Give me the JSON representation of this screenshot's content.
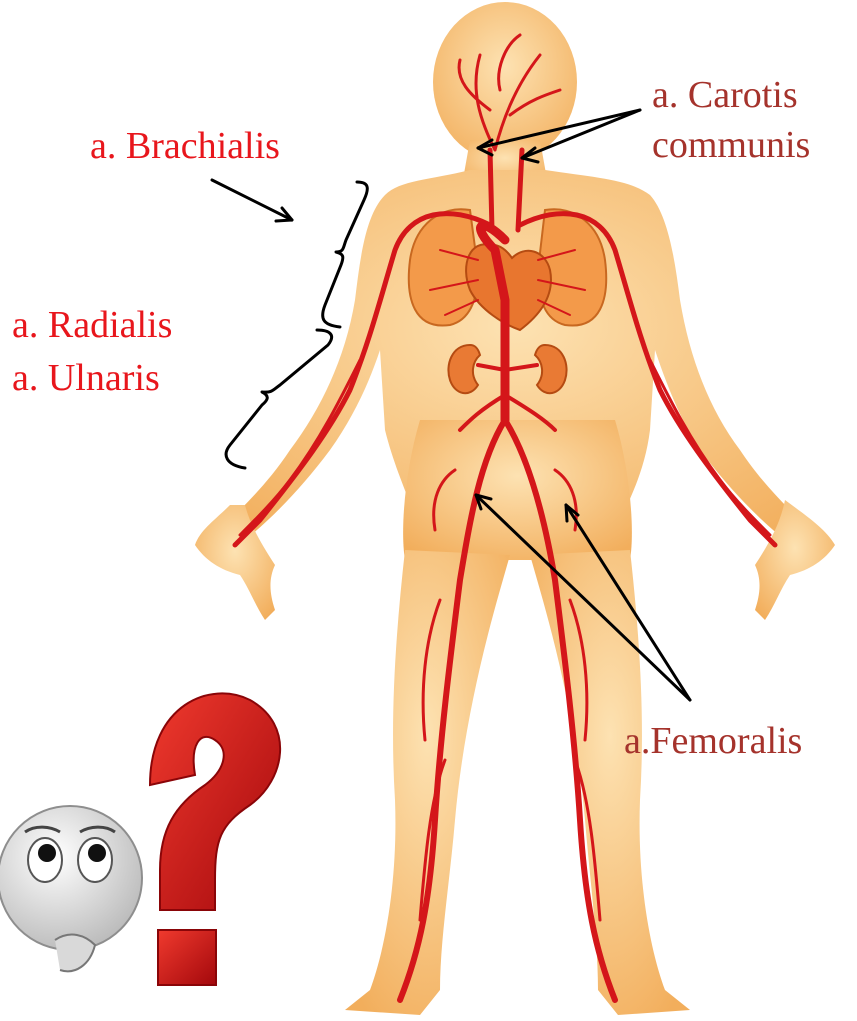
{
  "labels": {
    "brachialis": "a. Brachialis",
    "carotis_line1": "a. Carotis",
    "carotis_line2": "communis",
    "radialis": "a. Radialis",
    "ulnaris": "a. Ulnaris",
    "femoralis": "a.Femoralis"
  },
  "colors": {
    "label_red": "#e8161c",
    "label_brown": "#a5332c",
    "body_fill": "#f7c27a",
    "artery": "#d4161a",
    "question_mark": "#d8141a",
    "arrow": "#000000"
  },
  "icons": {
    "question_mark": "question-mark-icon",
    "thinking_face": "thinking-face-icon"
  }
}
